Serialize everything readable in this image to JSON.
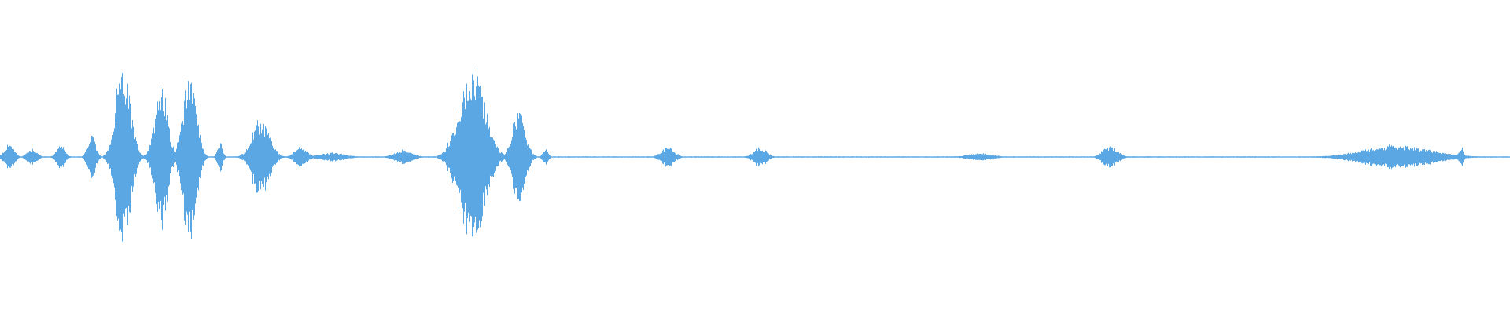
{
  "waveform": {
    "color": "#5aa7e3",
    "segments": [
      {
        "center": 0.012,
        "width": 0.022,
        "amp": 0.09
      },
      {
        "center": 0.042,
        "width": 0.022,
        "amp": 0.06
      },
      {
        "center": 0.08,
        "width": 0.02,
        "amp": 0.08
      },
      {
        "center": 0.121,
        "width": 0.018,
        "amp": 0.16
      },
      {
        "center": 0.163,
        "width": 0.034,
        "amp": 0.6
      },
      {
        "center": 0.213,
        "width": 0.03,
        "amp": 0.5
      },
      {
        "center": 0.251,
        "width": 0.03,
        "amp": 0.62
      },
      {
        "center": 0.291,
        "width": 0.012,
        "amp": 0.1
      },
      {
        "center": 0.345,
        "width": 0.04,
        "amp": 0.26
      },
      {
        "center": 0.398,
        "width": 0.028,
        "amp": 0.08
      },
      {
        "center": 0.44,
        "width": 0.06,
        "amp": 0.03
      },
      {
        "center": 0.534,
        "width": 0.04,
        "amp": 0.05
      },
      {
        "center": 0.625,
        "width": 0.058,
        "amp": 0.62
      },
      {
        "center": 0.687,
        "width": 0.03,
        "amp": 0.32
      },
      {
        "center": 0.722,
        "width": 0.012,
        "amp": 0.06
      },
      {
        "center": 0.884,
        "width": 0.03,
        "amp": 0.07
      },
      {
        "center": 1.006,
        "width": 0.03,
        "amp": 0.07
      },
      {
        "center": 1.298,
        "width": 0.06,
        "amp": 0.025
      },
      {
        "center": 1.47,
        "width": 0.034,
        "amp": 0.08
      },
      {
        "center": 1.85,
        "width": 0.16,
        "amp": 0.08
      },
      {
        "center": 1.935,
        "width": 0.012,
        "amp": 0.06
      }
    ],
    "baseline_amp": 0.004
  }
}
